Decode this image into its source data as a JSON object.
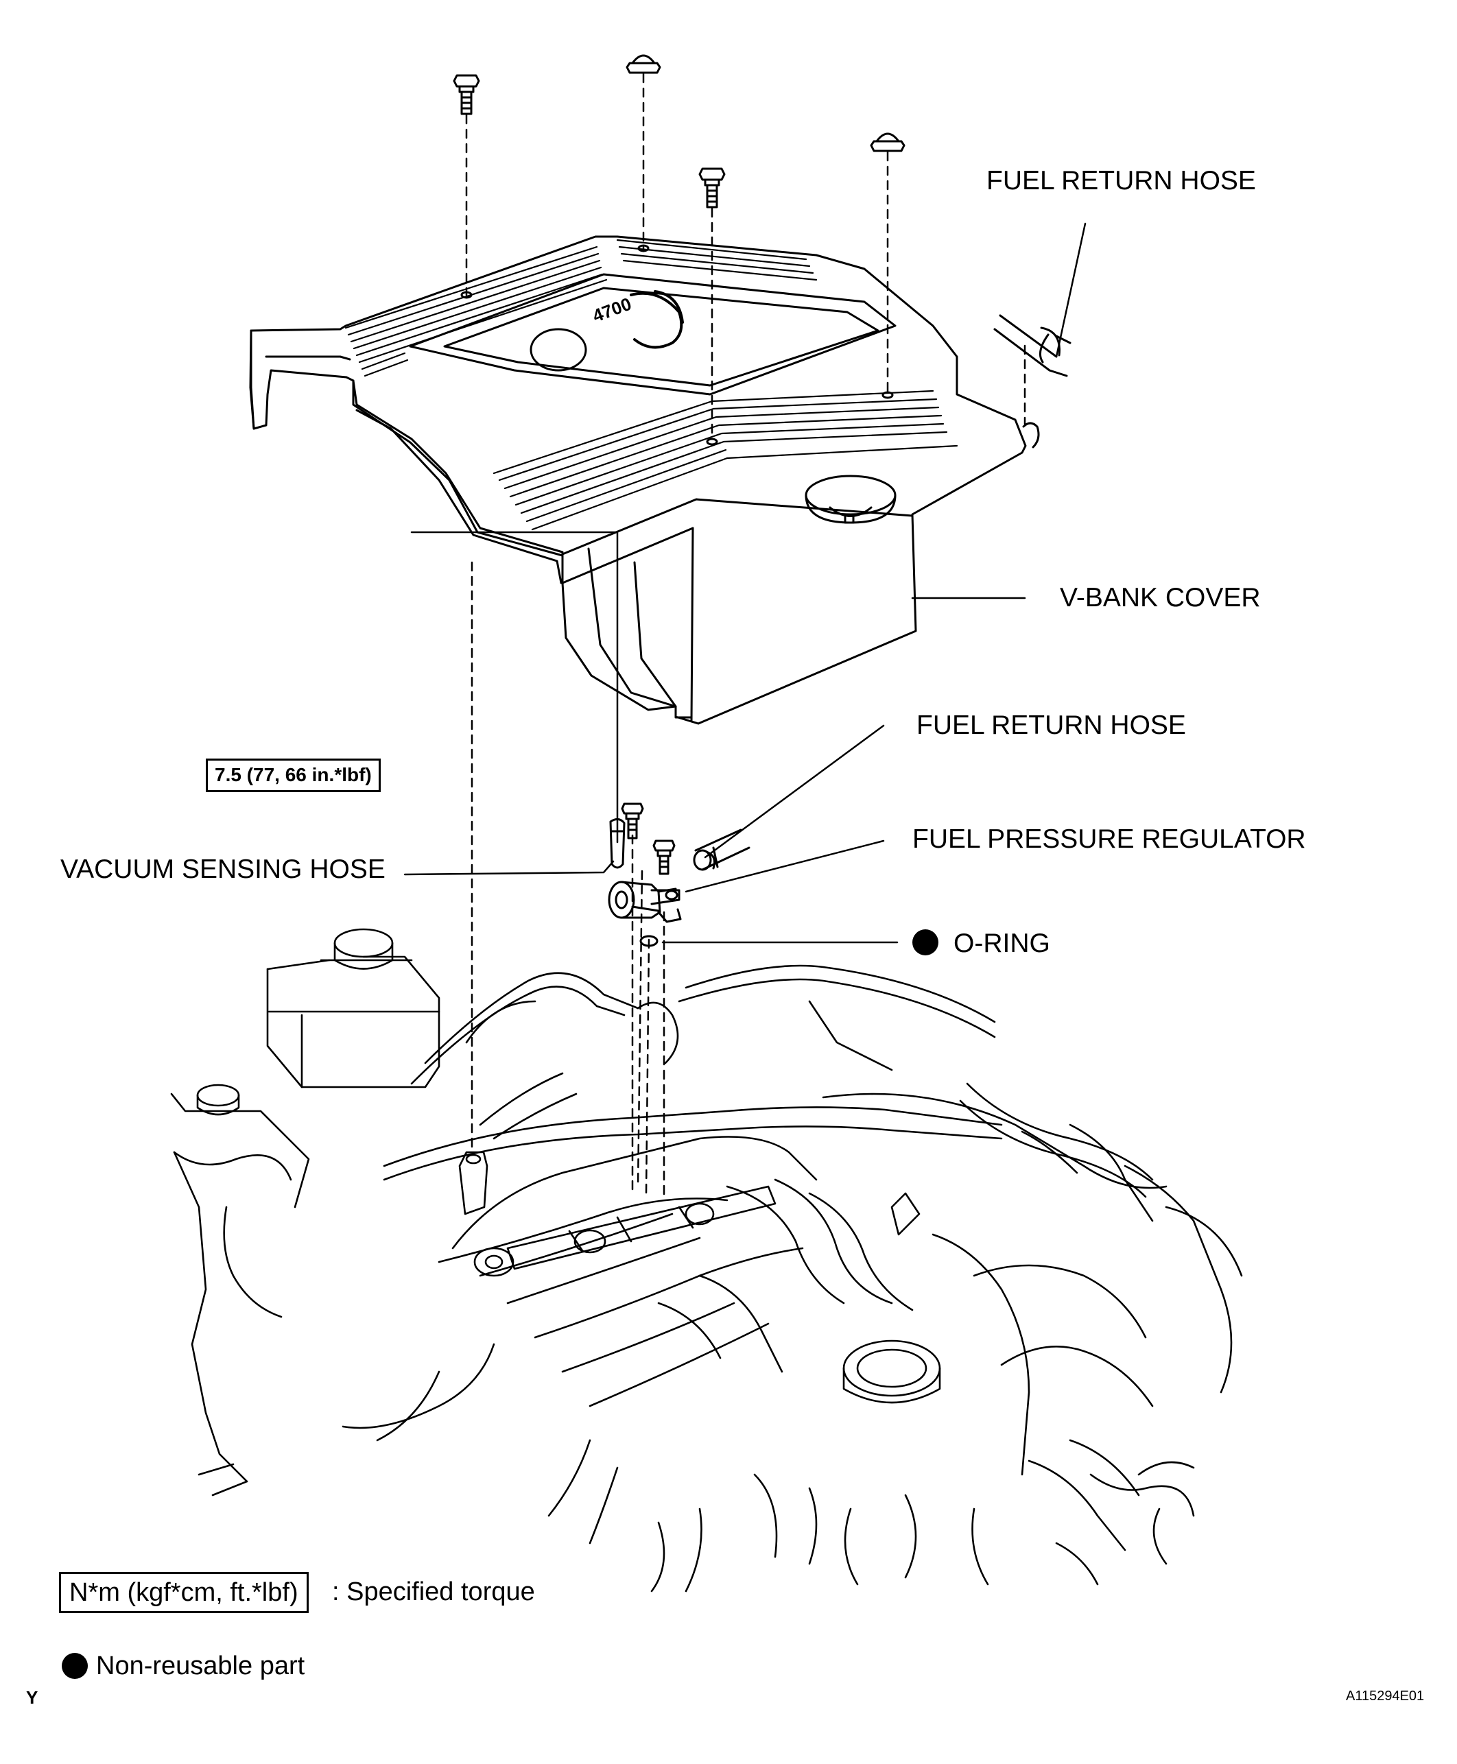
{
  "labels": {
    "fuel_return_hose_top": "FUEL RETURN HOSE",
    "v_bank_cover": "V-BANK COVER",
    "fuel_return_hose_mid": "FUEL RETURN HOSE",
    "fuel_pressure_regulator": "FUEL PRESSURE REGULATOR",
    "vacuum_sensing_hose": "VACUUM SENSING HOSE",
    "o_ring": "O-RING",
    "cover_badge_engine": "4700"
  },
  "torque": {
    "regulator_bolt": "7.5 (77, 66 in.*lbf)"
  },
  "legend": {
    "torque_box": "N*m (kgf*cm, ft.*lbf)",
    "torque_desc": ": Specified torque",
    "nonreusable_desc": "Non-reusable part"
  },
  "footer": {
    "corner_mark": "Y",
    "figure_id": "A115294E01"
  },
  "icons": {
    "nonreusable_marker": "filled-circle-icon"
  }
}
